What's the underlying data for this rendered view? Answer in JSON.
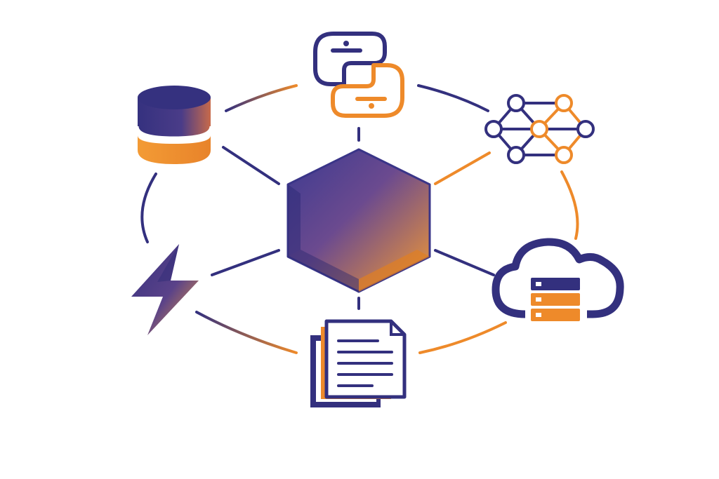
{
  "colors": {
    "navy": "#33307e",
    "orange": "#ee8a2a",
    "hub_top": "#3f3a8f",
    "hub_bottom": "#f39b35",
    "background": "#ffffff"
  },
  "diagram": {
    "hub": {
      "icon": "hexagon-hub-icon"
    },
    "nodes": [
      {
        "id": "python",
        "icon": "python-logo-icon"
      },
      {
        "id": "network",
        "icon": "network-graph-icon"
      },
      {
        "id": "cloud-server",
        "icon": "cloud-server-icon"
      },
      {
        "id": "documents",
        "icon": "document-stack-icon"
      },
      {
        "id": "lightning",
        "icon": "lightning-bolt-icon"
      },
      {
        "id": "database",
        "icon": "database-icon"
      }
    ]
  }
}
